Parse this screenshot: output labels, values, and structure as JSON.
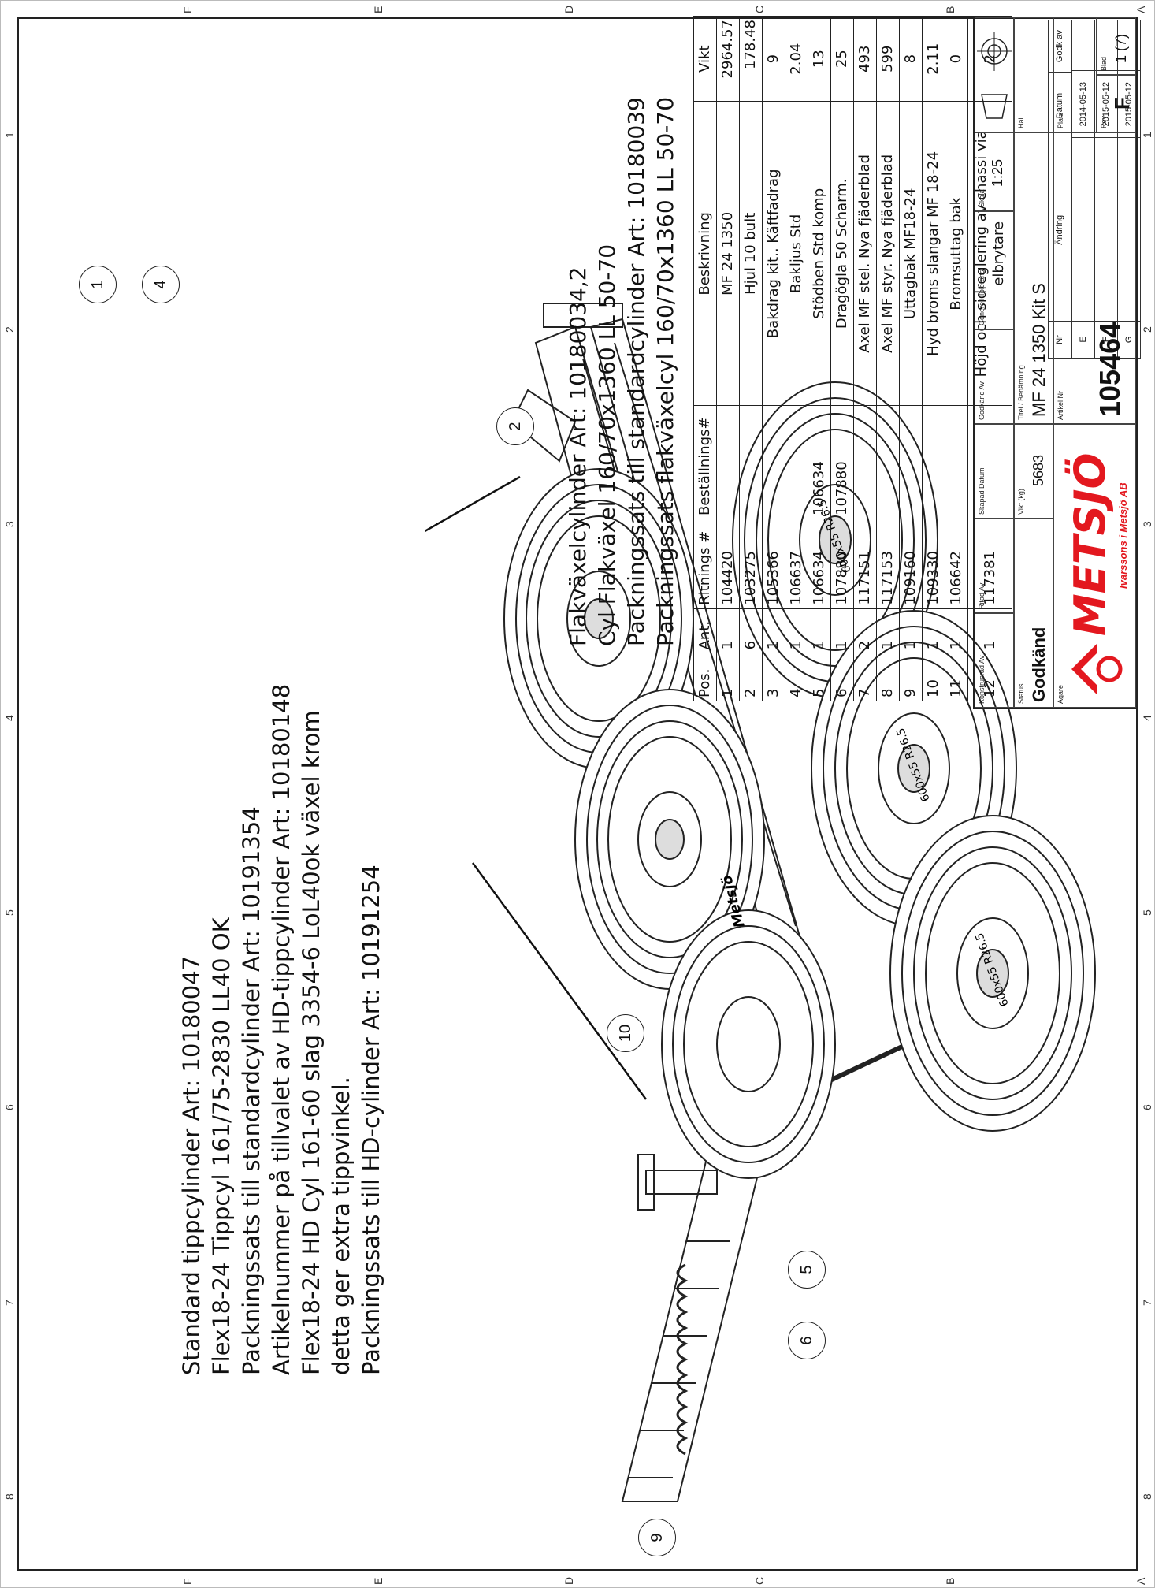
{
  "zones": {
    "letters_left": [
      "A",
      "B",
      "C",
      "D",
      "E",
      "F"
    ],
    "letters_right": [
      "A",
      "B",
      "C",
      "D",
      "E",
      "F"
    ],
    "numbers_top": [
      "8",
      "7",
      "6",
      "5",
      "4",
      "3",
      "2",
      "1"
    ],
    "numbers_bottom": [
      "8",
      "7",
      "6",
      "5",
      "4",
      "3",
      "2",
      "1"
    ]
  },
  "revisions": {
    "headers": [
      "Nr",
      "Ändring",
      "Datum",
      "Godk av"
    ],
    "rows": [
      {
        "nr": "E",
        "change": "",
        "date": "2014-05-13",
        "approved": ""
      },
      {
        "nr": "F",
        "change": "",
        "date": "2015-05-12",
        "approved": ""
      },
      {
        "nr": "G",
        "change": "",
        "date": "2015-05-12",
        "approved": ""
      }
    ]
  },
  "notes_top": [
    "Flakväxelcylinder Art: 10180034,2",
    "Cyl Flakväxel 160/70x1360 LL 50-70",
    "Packningssats till standardcylinder Art: 10180039",
    "Packningssats flakväxelcyl 160/70x1360 LL 50-70"
  ],
  "notes_bottom": [
    "Standard tippcylinder Art: 10180047",
    "Flex18-24 Tippcyl 161/75-2830  LL40 OK",
    "Packningssats till standardcylinder Art: 10191354",
    "Artikelnummer på tillvalet av HD-tippcylinder Art: 10180148",
    "Flex18-24  HD Cyl 161-60 slag 3354-6 LoL40ok växel krom",
    "detta ger extra tippvinkel.",
    "Packningssats till HD-cylinder Art: 10191254"
  ],
  "balloons": [
    "1",
    "4",
    "2",
    "10",
    "5",
    "6",
    "9"
  ],
  "tire_text": "600x55 R26.5",
  "frame_brand": "Metsjö",
  "bom": {
    "headers": [
      "Pos.",
      "Ant.",
      "Ritnings #",
      "Beställnings#",
      "Beskrivning",
      "Vikt"
    ],
    "rows": [
      [
        "1",
        "1",
        "104420",
        "",
        "MF 24 1350",
        "2964.57"
      ],
      [
        "2",
        "6",
        "103275",
        "",
        "Hjul 10 bult",
        "178.48"
      ],
      [
        "3",
        "1",
        "105366",
        "",
        "Bakdrag kit.. Käftfadrag",
        "9"
      ],
      [
        "4",
        "1",
        "106637",
        "",
        "Bakljus Std",
        "2.04"
      ],
      [
        "5",
        "1",
        "106634",
        "106634",
        "Stödben Std komp",
        "13"
      ],
      [
        "6",
        "1",
        "107880",
        "107880",
        "Dragögla 50 Scharm.",
        "25"
      ],
      [
        "7",
        "2",
        "117151",
        "",
        "Axel MF stel. Nya fjäderblad",
        "493"
      ],
      [
        "8",
        "1",
        "117153",
        "",
        "Axel MF styr. Nya fjäderblad",
        "599"
      ],
      [
        "9",
        "1",
        "109160",
        "",
        "Uttagbak MF18-24",
        "8"
      ],
      [
        "10",
        "1",
        "109330",
        "",
        "Hyd broms slangar MF 18-24",
        "2.11"
      ],
      [
        "11",
        "1",
        "106642",
        "",
        "Bromsuttag bak",
        "0"
      ],
      [
        "12",
        "1",
        "117381",
        "",
        "Höjd och sidreglering av chassi via elbrytare",
        "2"
      ]
    ]
  },
  "title_block": {
    "konstruerad_av_label": "Konstruerad Av",
    "ritad_av_label": "Ritad Av",
    "skapad_datum_label": "Skapad Datum",
    "godkand_av_label": "Godkänd Av",
    "generell_tolerans_label": "Generell Tolerans",
    "skala_label": "Skala",
    "skala_value": "1:25",
    "status_label": "Status",
    "status_value": "Godkänd",
    "vikt_label": "Vikt (kg)",
    "vikt_value": "5683",
    "titel_label": "Titel / Benämning",
    "titel_value": "MF 24 1350 Kit S",
    "hall_label": "Hall",
    "plats_label": "Plats",
    "agare_label": "Ägare",
    "artikel_label": "Artikel Nr",
    "artikel_value": "105464",
    "rev_label": "Rev",
    "rev_value": "F",
    "blad_label": "Blad",
    "blad_value": "1 (7)",
    "logo_text": "METSJÖ",
    "logo_sub": "Ivarssons i Metsjö AB",
    "logo_color": "#e3181f"
  }
}
